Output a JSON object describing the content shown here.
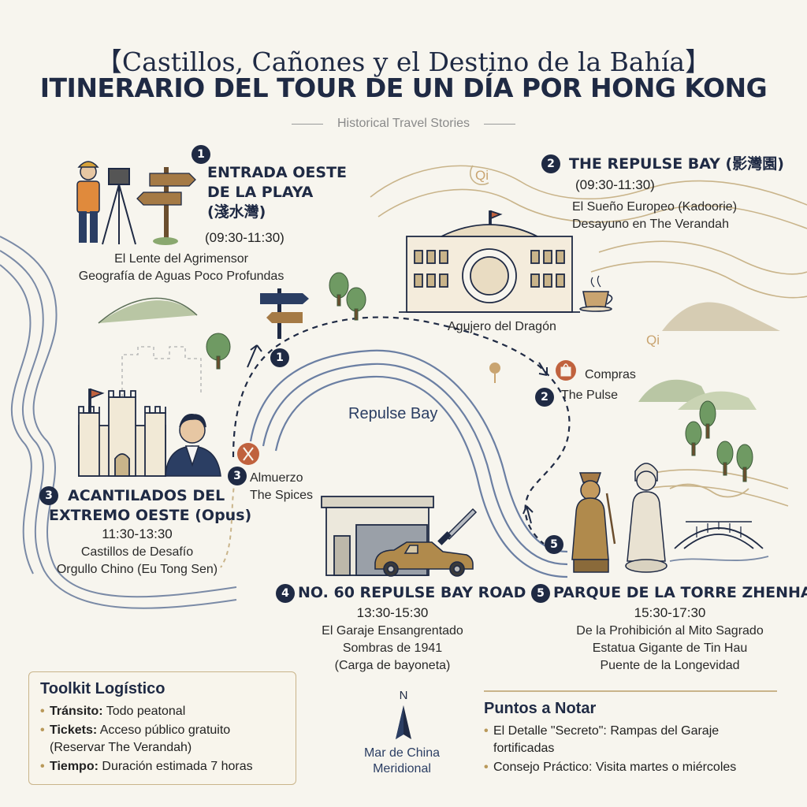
{
  "header": {
    "title_line1": "【Castillos, Cañones y el Destino de la Bahía】",
    "title_line2": "ITINERARIO DEL TOUR DE UN DÍA POR HONG KONG",
    "subtitle": "Historical Travel Stories"
  },
  "map": {
    "bay_label": "Repulse Bay",
    "qi_label": "Qi",
    "route_markers": [
      "1",
      "2",
      "3",
      "5"
    ],
    "dragon_hole_label": "Agujero del Dragón",
    "shopping": {
      "line1": "Compras",
      "line2": "The Pulse"
    },
    "lunch": {
      "line1": "Almuerzo",
      "line2": "The Spices"
    },
    "compass": {
      "north": "N",
      "sea_line1": "Mar de China",
      "sea_line2": "Meridional"
    }
  },
  "stops": [
    {
      "number": "1",
      "title_lines": [
        "ENTRADA OESTE",
        "DE LA PLAYA",
        "(淺水灣)"
      ],
      "time": "(09:30-11:30)",
      "details": [
        "El Lente del Agrimensor",
        "Geografía de Aguas Poco Profundas"
      ]
    },
    {
      "number": "2",
      "title_lines": [
        "THE REPULSE BAY (影灣園)"
      ],
      "time": "(09:30-11:30)",
      "details": [
        "El Sueño Europeo (Kadoorie)",
        "Desayuno en The Verandah"
      ]
    },
    {
      "number": "3",
      "title_lines": [
        "ACANTILADOS DEL",
        "EXTREMO OESTE (Opus)"
      ],
      "time": "11:30-13:30",
      "details": [
        "Castillos de Desafío",
        "Orgullo Chino (Eu Tong Sen)"
      ]
    },
    {
      "number": "4",
      "title_lines": [
        "NO. 60 REPULSE BAY ROAD"
      ],
      "time": "13:30-15:30",
      "details": [
        "El Garaje Ensangrentado",
        "Sombras de 1941",
        "(Carga de bayoneta)"
      ]
    },
    {
      "number": "5",
      "title_lines": [
        "PARQUE DE LA TORRE ZHENHAI"
      ],
      "time": "15:30-17:30",
      "details": [
        "De la Prohibición al Mito Sagrado",
        "Estatua Gigante de Tin Hau",
        "Puente de la Longevidad"
      ]
    }
  ],
  "toolkit": {
    "title": "Toolkit Logístico",
    "items": [
      {
        "key": "Tránsito:",
        "value": "Todo peatonal"
      },
      {
        "key": "Tickets:",
        "value": "Acceso público gratuito",
        "value2": "(Reservar The Verandah)"
      },
      {
        "key": "Tiempo:",
        "value": "Duración estimada 7 horas"
      }
    ]
  },
  "notes": {
    "title": "Puntos a Notar",
    "items": [
      {
        "text": "El Detalle \"Secreto\": Rampas del Garaje",
        "text2": "fortificadas"
      },
      {
        "text": "Consejo Práctico: Visita martes o miércoles"
      }
    ]
  },
  "colors": {
    "navy": "#1f2a44",
    "gold": "#b9995a",
    "accent_red": "#c0623e",
    "tree_green": "#6f9a63",
    "hill_green": "#b9c6a4",
    "background": "#f7f5ee"
  }
}
